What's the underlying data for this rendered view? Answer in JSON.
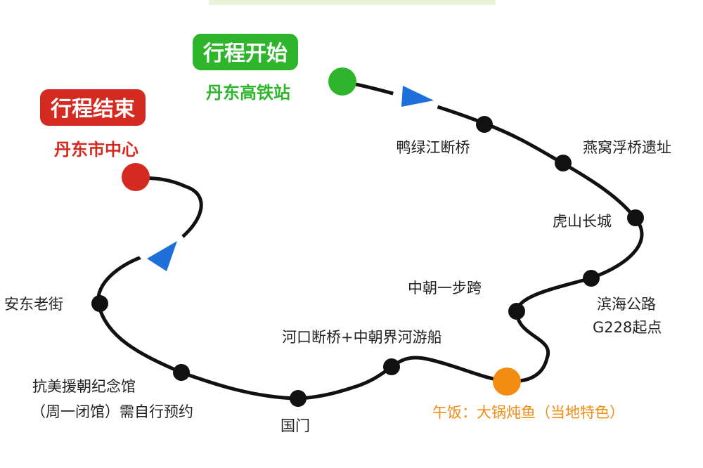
{
  "colors": {
    "start": "#2fb52c",
    "end": "#d42a1f",
    "lunch": "#f28c12",
    "arrow": "#1e6fd9",
    "line": "#111111"
  },
  "start": {
    "tag": "行程开始",
    "place": "丹东高铁站"
  },
  "end": {
    "tag": "行程结束",
    "place": "丹东市中心"
  },
  "stops": {
    "yalu": "鸭绿江断桥",
    "yanwo": "燕窝浮桥遗址",
    "hushan": "虎山长城",
    "binhai_1": "滨海公路",
    "binhai_2": "G228起点",
    "zhongchao": "中朝一步跨",
    "lunch": "午饭：大锅炖鱼（当地特色）",
    "hekou": "河口断桥+中朝界河游船",
    "guomen": "国门",
    "museum_1": "抗美援朝纪念馆",
    "museum_2": "（周一闭馆）需自行预约",
    "andong": "安东老街"
  }
}
